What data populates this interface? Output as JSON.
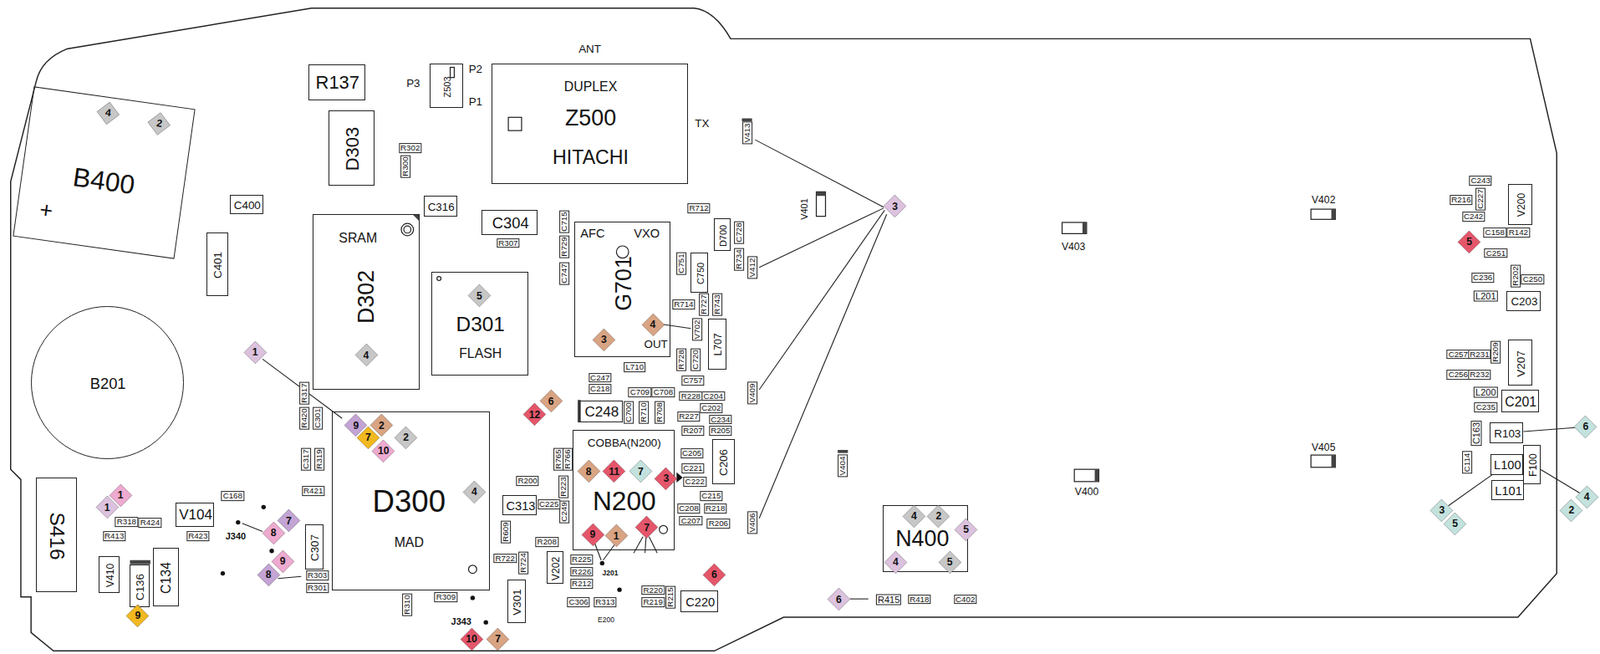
{
  "diagram": {
    "nodes": [
      {
        "text": [
          "B400",
          "+"
        ]
      },
      {
        "text": [
          "4"
        ],
        "in": 0
      },
      {
        "text": [
          "2"
        ],
        "in": 0
      },
      {
        "text": [
          "R137"
        ]
      },
      {
        "text": [
          "Z503"
        ]
      },
      {
        "text": [
          "DUPLEX",
          "Z500",
          "HITACHI"
        ]
      },
      {
        "text": [
          "D303"
        ]
      },
      {
        "text": [
          "C316"
        ]
      },
      {
        "text": [
          "C400"
        ]
      },
      {
        "text": [
          "C401"
        ]
      },
      {
        "text": [
          "C304"
        ]
      },
      {
        "text": [
          "SRAM",
          "D302"
        ]
      },
      {
        "text": [
          "4"
        ],
        "in": 11
      },
      {
        "text": [
          "D301",
          "FLASH"
        ]
      },
      {
        "text": [
          "5"
        ],
        "in": 13
      },
      {
        "text": [
          "AFC",
          "VXO",
          "G701",
          "OUT"
        ]
      },
      {
        "text": [
          "3"
        ],
        "in": 15
      },
      {
        "text": [
          "4"
        ],
        "in": 15
      },
      {
        "text": [
          "D700"
        ]
      },
      {
        "text": [
          "C750"
        ]
      },
      {
        "text": [
          "L707"
        ]
      },
      {
        "text": [
          "3"
        ]
      },
      {
        "text": [
          "V200"
        ]
      },
      {
        "text": [
          "5"
        ]
      },
      {
        "text": [
          "C203"
        ]
      },
      {
        "text": [
          "B201"
        ]
      },
      {
        "text": [
          "1"
        ]
      },
      {
        "text": [
          "V207"
        ]
      },
      {
        "text": [
          "C201"
        ]
      },
      {
        "text": [
          "C248"
        ]
      },
      {
        "text": [
          "6"
        ]
      },
      {
        "text": [
          "12"
        ]
      },
      {
        "text": [
          "C206"
        ]
      },
      {
        "text": [
          "D300",
          "MAD"
        ]
      },
      {
        "text": [
          "9"
        ],
        "in": 33
      },
      {
        "text": [
          "2"
        ],
        "in": 33
      },
      {
        "text": [
          "7"
        ],
        "in": 33
      },
      {
        "text": [
          "2"
        ],
        "in": 33
      },
      {
        "text": [
          "10"
        ],
        "in": 33
      },
      {
        "text": [
          "4"
        ],
        "in": 33
      },
      {
        "text": [
          "COBBA(N200)",
          "N200"
        ]
      },
      {
        "text": [
          "8"
        ],
        "in": 40
      },
      {
        "text": [
          "11"
        ],
        "in": 40
      },
      {
        "text": [
          "7"
        ],
        "in": 40
      },
      {
        "text": [
          "3"
        ],
        "in": 40
      },
      {
        "text": [
          "9"
        ],
        "in": 40
      },
      {
        "text": [
          "1"
        ],
        "in": 40
      },
      {
        "text": [
          "7"
        ],
        "in": 40
      },
      {
        "text": [
          "R103"
        ]
      },
      {
        "text": [
          "6"
        ]
      },
      {
        "text": [
          "C313"
        ]
      },
      {
        "text": [
          "L100"
        ]
      },
      {
        "text": [
          "F100"
        ]
      },
      {
        "text": [
          "L101"
        ]
      },
      {
        "text": [
          "4"
        ]
      },
      {
        "text": [
          "2"
        ]
      },
      {
        "text": [
          "3"
        ]
      },
      {
        "text": [
          "5"
        ]
      },
      {
        "text": [
          "S416"
        ]
      },
      {
        "text": [
          "1"
        ]
      },
      {
        "text": [
          "1"
        ]
      },
      {
        "text": [
          "V104"
        ]
      },
      {
        "text": [
          "C307"
        ]
      },
      {
        "text": [
          "7"
        ]
      },
      {
        "text": [
          "8"
        ]
      },
      {
        "text": [
          "N400"
        ]
      },
      {
        "text": [
          "4"
        ],
        "in": 65
      },
      {
        "text": [
          "2"
        ],
        "in": 65
      },
      {
        "text": [
          "5"
        ],
        "in": 65
      },
      {
        "text": [
          "4"
        ],
        "in": 65
      },
      {
        "text": [
          "5"
        ],
        "in": 65
      },
      {
        "text": [
          "V410"
        ]
      },
      {
        "text": [
          "C136"
        ]
      },
      {
        "text": [
          "C134"
        ]
      },
      {
        "text": [
          "9"
        ]
      },
      {
        "text": [
          "8"
        ]
      },
      {
        "text": [
          "V202"
        ]
      },
      {
        "text": [
          "V301"
        ]
      },
      {
        "text": [
          "C220"
        ]
      },
      {
        "text": [
          "6"
        ]
      },
      {
        "text": [
          "6"
        ]
      },
      {
        "text": [
          "9"
        ]
      },
      {
        "text": [
          "10"
        ]
      },
      {
        "text": [
          "7"
        ]
      }
    ],
    "edges": [
      {
        "from": 81,
        "to": 72,
        "arrow": "none"
      },
      {
        "from": 49,
        "to": 48,
        "arrow": "none"
      },
      {
        "from": 54,
        "to": 52,
        "arrow": "none"
      },
      {
        "from": 56,
        "to": 51,
        "arrow": "none"
      }
    ],
    "labels": [
      "ANT",
      "P3",
      "P2",
      "P1",
      "TX",
      "V413",
      "R302",
      "R300",
      "R307",
      "C747",
      "R729",
      "C715",
      "R712",
      "C728",
      "R734",
      "V401",
      "C751",
      "R714",
      "R727",
      "R743",
      "V702",
      "V412",
      "L710",
      "C720",
      "R728",
      "C757",
      "C247",
      "C218",
      "C709",
      "C708",
      "R228",
      "C204",
      "V409",
      "C700",
      "R710",
      "R708",
      "C202",
      "R227",
      "C234",
      "R205",
      "R207",
      "C205",
      "C221",
      "C222",
      "C215",
      "C208",
      "R218",
      "C207",
      "R206",
      "R765",
      "R766",
      "R200",
      "R223",
      "C249",
      "C225",
      "V404",
      "R609",
      "R208",
      "R722",
      "R724",
      "R225",
      "R226",
      "R212",
      "J201",
      "R220",
      "R219",
      "R215",
      "C306",
      "R313",
      "E200",
      "R309",
      "R310",
      "J343",
      "V406",
      "R317",
      "R420",
      "C301",
      "C317",
      "R319",
      "R421",
      "C168",
      "J340",
      "R423",
      "R424",
      "R318",
      "R413",
      "R303",
      "R301",
      "V403",
      "V402",
      "V405",
      "V400",
      "C243",
      "R216",
      "C227",
      "C242",
      "C158",
      "R142",
      "C251",
      "C236",
      "R202",
      "C250",
      "L201",
      "C257",
      "R231",
      "R209",
      "C256",
      "R232",
      "L200",
      "C235",
      "C163",
      "C114",
      "R415",
      "R418",
      "C402"
    ]
  }
}
